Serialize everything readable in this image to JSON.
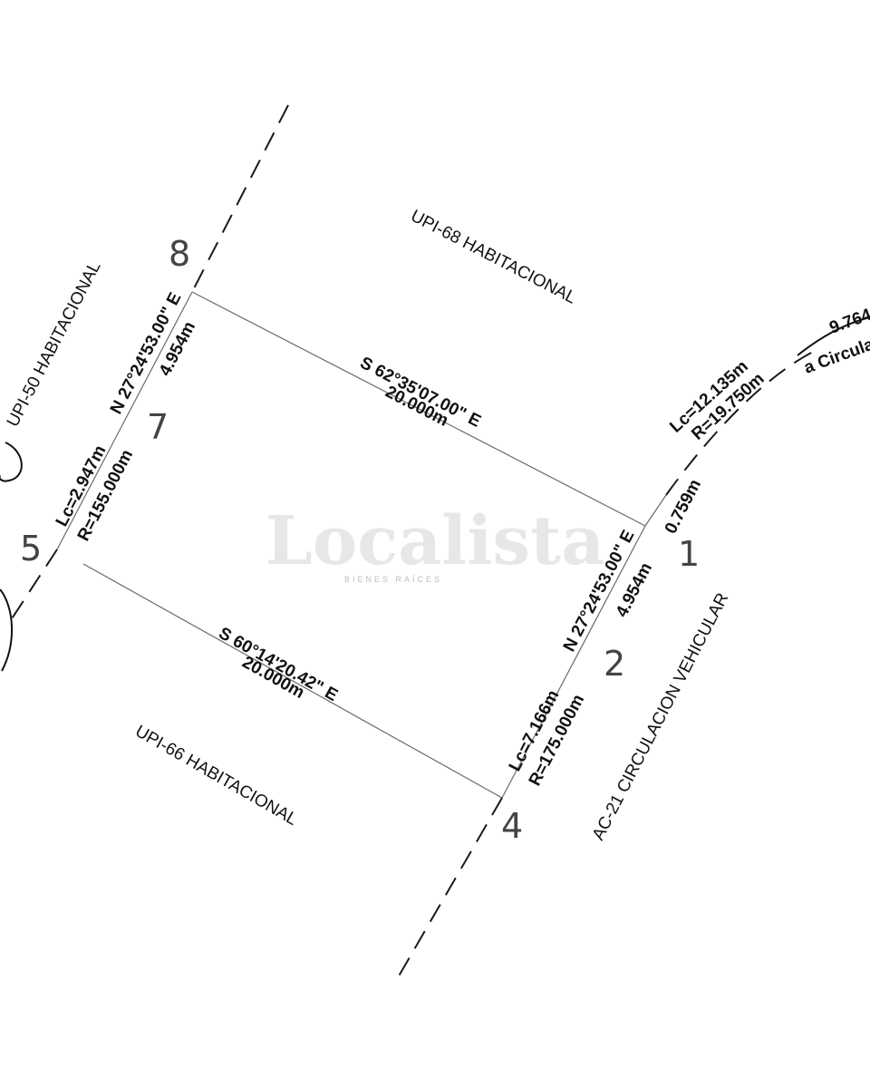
{
  "zones": {
    "upi68": "UPI-68 HABITACIONAL",
    "upi50": "UPI-50 HABITACIONAL",
    "upi66": "UPI-66 HABITACIONAL",
    "ac21": "AC-21 CIRCULACION VEHICULAR"
  },
  "vertices": {
    "v1": "1",
    "v2": "2",
    "v4": "4",
    "v5": "5",
    "v7": "7",
    "v8": "8"
  },
  "boundaries": {
    "top_bearing": "S  62°35'07.00\"  E",
    "top_length": "20.000m",
    "bottom_bearing": "S  60°14'20.42\"  E",
    "bottom_length": "20.000m",
    "left_bearing": "N  27°24'53.00\"  E",
    "left_length": "4.954m",
    "right_bearing": "N  27°24'53.00\"  E",
    "right_length": "4.954m",
    "short_segment": "0.759m"
  },
  "curves": {
    "left_lc": "Lc=2.947m",
    "left_r": "R=155.000m",
    "right_lc": "Lc=7.166m",
    "right_r": "R=175.000m",
    "corner_lc": "Lc=12.135m",
    "corner_r": "R=19.750m",
    "edge_length": "9.764",
    "edge_label": "a Circulac"
  },
  "watermark": {
    "brand": "Localista",
    "tagline": "BIENES RAÍCES"
  }
}
